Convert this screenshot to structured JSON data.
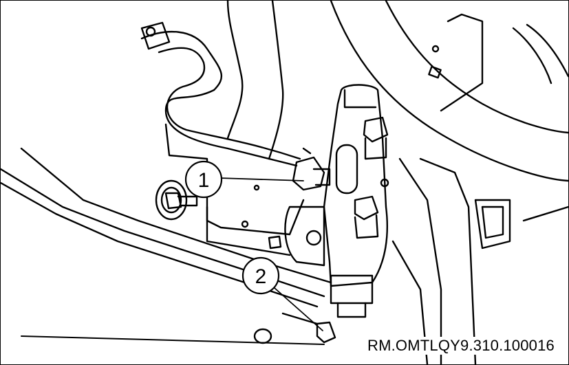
{
  "callouts": [
    {
      "label": "1"
    },
    {
      "label": "2"
    }
  ],
  "reference_code": "RM.OMTLQY9.310.100016",
  "colors": {
    "line": "#000000",
    "fill": "#ffffff"
  }
}
